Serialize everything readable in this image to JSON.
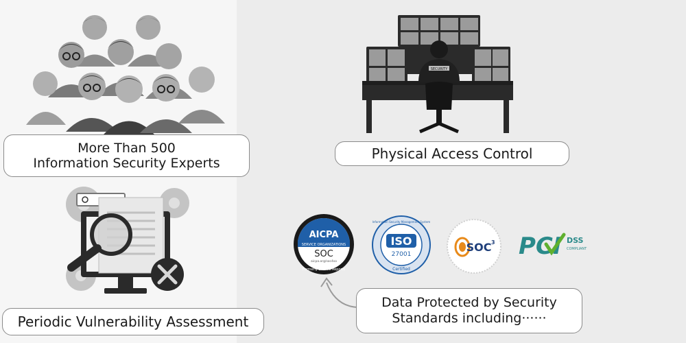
{
  "blocks": {
    "experts": {
      "line1": "More Than 500",
      "line2": "Information Security Experts"
    },
    "physical": {
      "label": "Physical Access Control"
    },
    "vulnerability": {
      "label": "Periodic Vulnerability Assessment"
    },
    "standards": {
      "line1": "Data Protected by Security",
      "line2": "Standards including······"
    }
  },
  "badges": {
    "aicpa": {
      "top": "AICPA",
      "band": "SERVICE ORGANIZATIONS",
      "main": "SOC",
      "sub": "aicpa.org/soc4so",
      "ring": "Formerly SAS 70 Reports"
    },
    "iso": {
      "main": "ISO",
      "number": "27001",
      "ring": "Information Security Management System",
      "bottom": "Certified"
    },
    "soc3": {
      "main": "SOC",
      "sup": "3"
    },
    "pci": {
      "main": "PCI",
      "dss": "DSS",
      "compliant": "COMPLIANT"
    }
  },
  "monitor_screen_text": "SECURITY",
  "colors": {
    "accent_blue": "#1f5fa8",
    "soc3_orange": "#e88a1a",
    "pci_teal": "#2a8a8a",
    "pci_green": "#5fb02f"
  }
}
